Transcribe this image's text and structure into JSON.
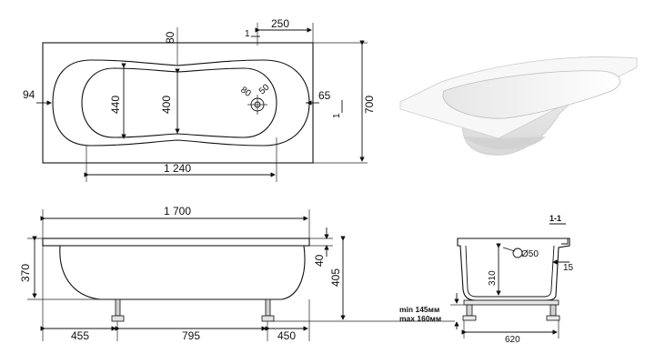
{
  "top_view": {
    "dims": {
      "d80": "80",
      "d250": "250",
      "d1": "1",
      "d94": "94",
      "d440": "440",
      "d400": "400",
      "d80b": "80",
      "d50": "50",
      "d65": "65",
      "d1b": "1",
      "d700": "700",
      "d1240": "1 240"
    }
  },
  "side_view": {
    "dims": {
      "d1700": "1 700",
      "d370": "370",
      "d40": "40",
      "d405": "405",
      "d455": "455",
      "d795": "795",
      "d450": "450"
    }
  },
  "section_view": {
    "label": "1-1",
    "dims": {
      "d50": "Ø50",
      "d15": "15",
      "d310": "310",
      "d620": "620",
      "leg_min": "min 145мм",
      "leg_max": "max 160мм"
    }
  }
}
